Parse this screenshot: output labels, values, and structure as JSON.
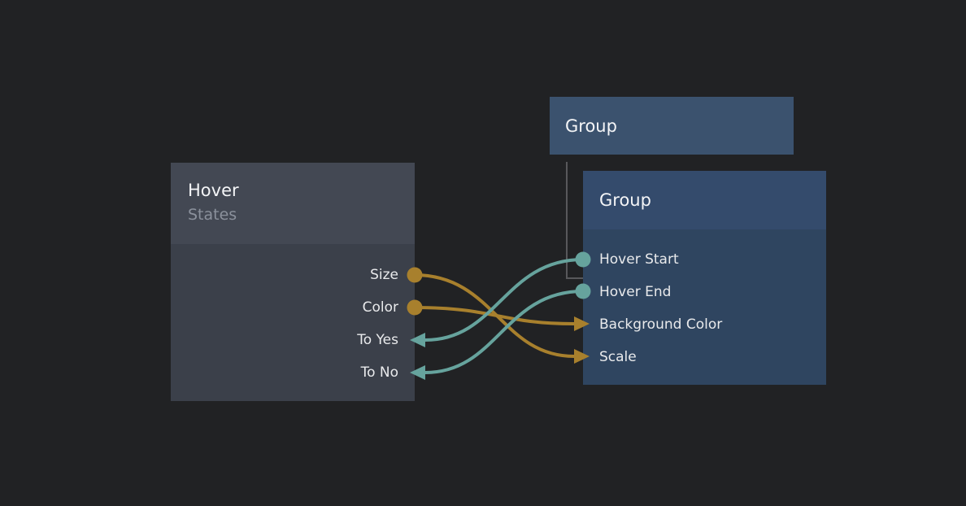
{
  "canvas": {
    "background": "#212224"
  },
  "nodes": [
    {
      "id": "hover",
      "title": "Hover",
      "subtitle": "States",
      "ports": [
        {
          "label": "Size",
          "kind": "output-dot",
          "color": "#a8802d"
        },
        {
          "label": "Color",
          "kind": "output-dot",
          "color": "#a8802d"
        },
        {
          "label": "To Yes",
          "kind": "input-arrow",
          "color": "#66a39d"
        },
        {
          "label": "To No",
          "kind": "input-arrow",
          "color": "#66a39d"
        }
      ]
    },
    {
      "id": "group-top",
      "title": "Group",
      "ports": []
    },
    {
      "id": "group-main",
      "title": "Group",
      "ports": [
        {
          "label": "Hover Start",
          "kind": "output-dot",
          "color": "#66a39d"
        },
        {
          "label": "Hover End",
          "kind": "output-dot",
          "color": "#66a39d"
        },
        {
          "label": "Background Color",
          "kind": "input-arrow",
          "color": "#a8802d"
        },
        {
          "label": "Scale",
          "kind": "input-arrow",
          "color": "#a8802d"
        }
      ]
    }
  ],
  "connections": [
    {
      "from": "Hover.Size",
      "to": "Group.Scale",
      "color": "#a8802d"
    },
    {
      "from": "Hover.Color",
      "to": "Group.Background Color",
      "color": "#a8802d"
    },
    {
      "from": "Group.Hover Start",
      "to": "Hover.To Yes",
      "color": "#66a39d"
    },
    {
      "from": "Group.Hover End",
      "to": "Hover.To No",
      "color": "#66a39d"
    }
  ],
  "hierarchy_link": {
    "from": "group-top",
    "to": "group-main",
    "color": "#58585b"
  },
  "colors": {
    "background": "#212224",
    "hover_header": "#434853",
    "hover_body": "#3b404a",
    "group_top": "#3b526e",
    "group_header": "#344b6c",
    "group_body": "#2f4560",
    "wire_orange": "#a8802d",
    "wire_teal": "#66a39d",
    "title_text": "#f4f5f7",
    "subtitle_text": "#8b919c",
    "port_text": "#e9eaec"
  }
}
